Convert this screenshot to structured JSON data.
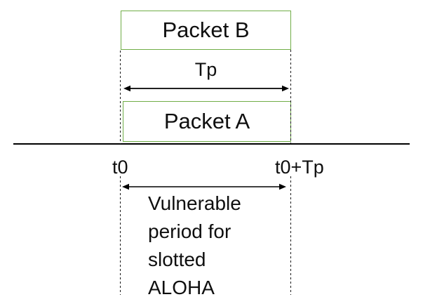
{
  "boxes": {
    "packet_b_label": "Packet B",
    "packet_a_label": "Packet A"
  },
  "tp_arrow": {
    "label": "Tp"
  },
  "axis": {
    "t0_label": "t0",
    "t0_plus_tp_label": "t0+Tp"
  },
  "annotation": {
    "full_text": "Vulnerable period for slotted ALOHA",
    "lines": [
      "Vulnerable",
      "period for",
      "slotted",
      "ALOHA"
    ]
  },
  "colors": {
    "packet_border_green": "#70AD47",
    "line_black": "#000000",
    "text": "#0f0f0f",
    "background": "#ffffff"
  }
}
